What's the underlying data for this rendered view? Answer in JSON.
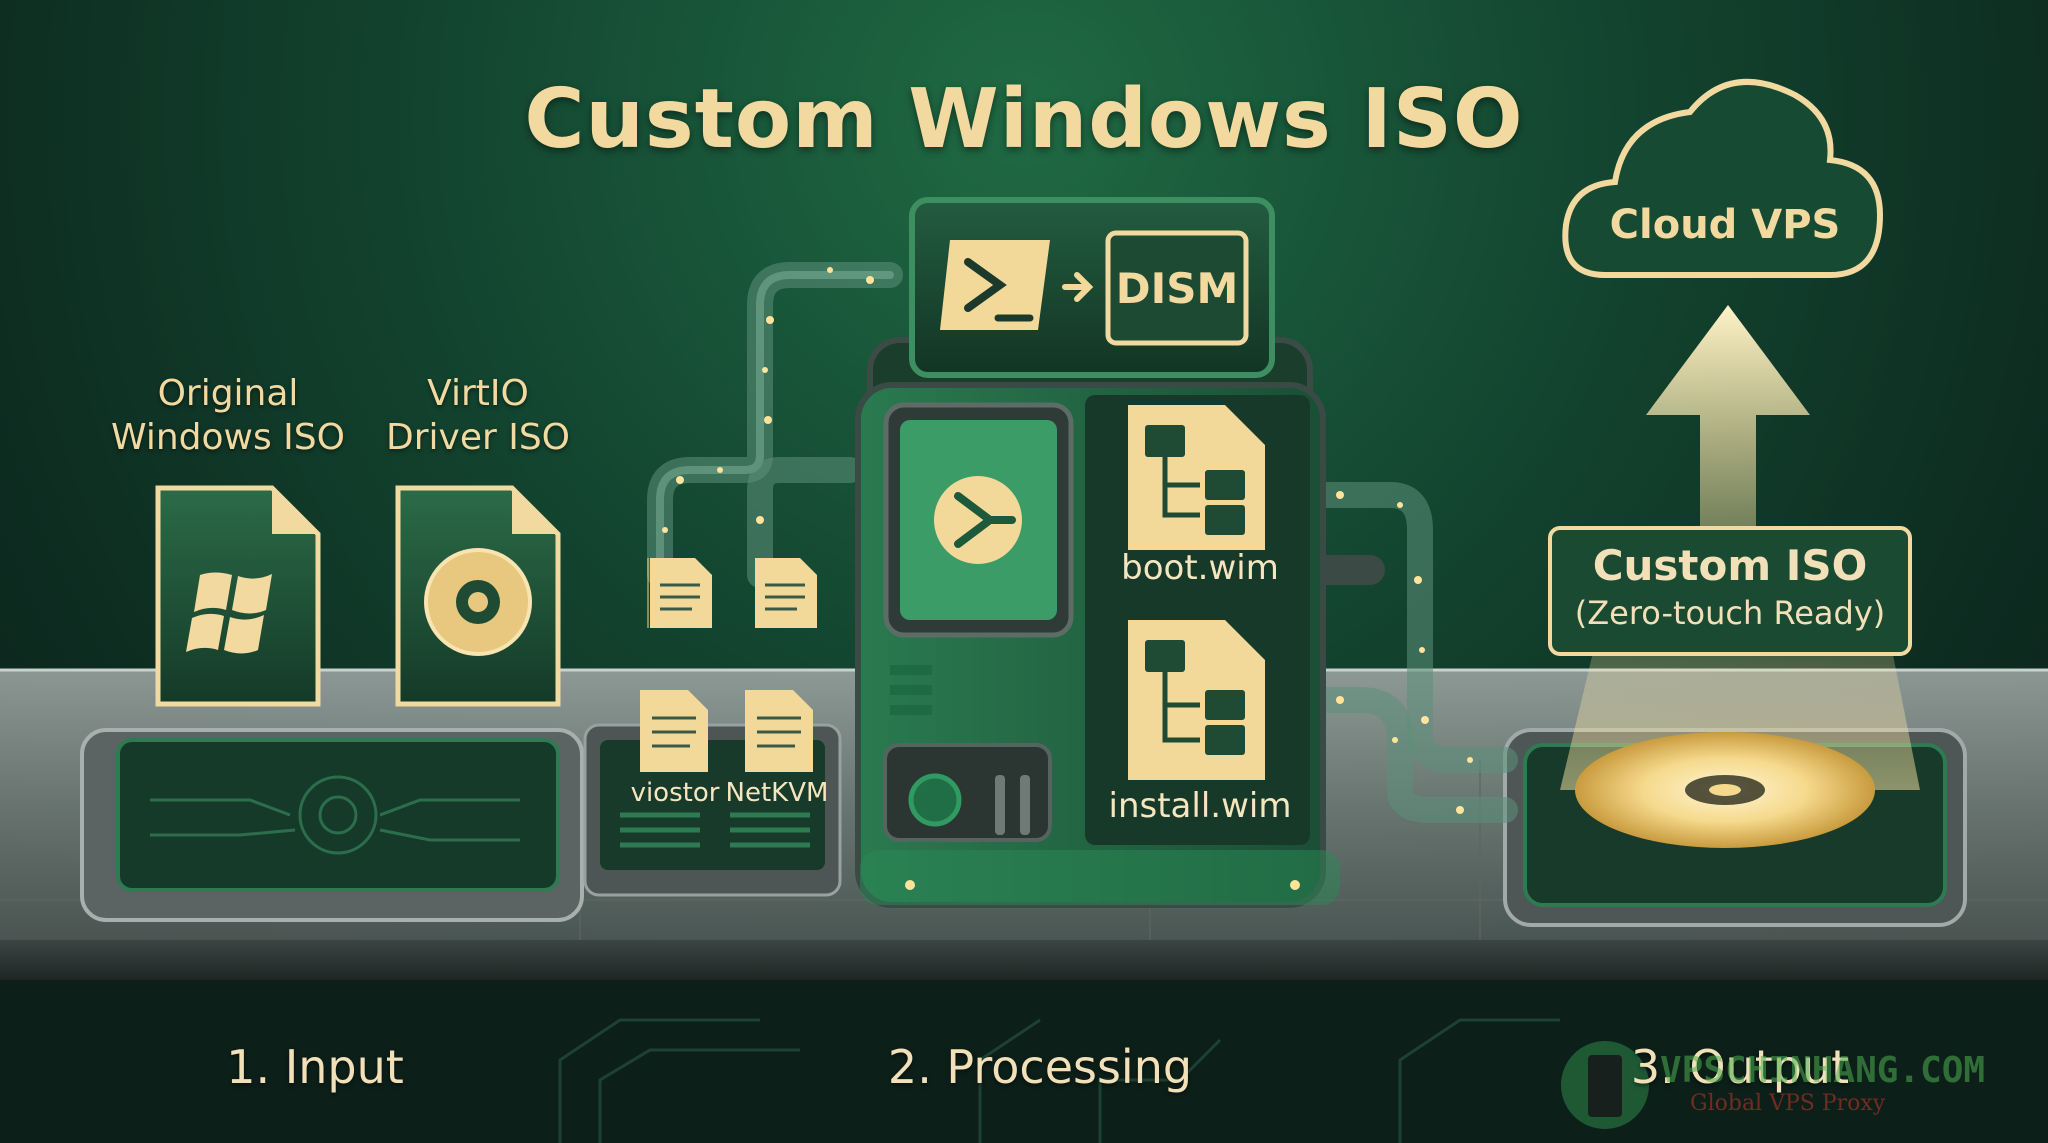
{
  "title": "Custom Windows ISO",
  "inputs": {
    "windows_iso": {
      "line1": "Original",
      "line2": "Windows ISO",
      "icon": "windows-logo-icon"
    },
    "virtio_iso": {
      "line1": "VirtIO",
      "line2": "Driver ISO",
      "icon": "disc-icon"
    }
  },
  "drivers": [
    {
      "label": "viostor",
      "icon": "document-icon"
    },
    {
      "label": "NetKVM",
      "icon": "document-icon"
    }
  ],
  "processing": {
    "tool_label": "DISM",
    "terminal_icon": "powershell-icon",
    "images": [
      {
        "label": "boot.wim",
        "icon": "folder-tree-icon"
      },
      {
        "label": "install.wim",
        "icon": "folder-tree-icon"
      }
    ]
  },
  "output": {
    "cloud_label": "Cloud VPS",
    "iso_title": "Custom ISO",
    "iso_subtitle": "(Zero-touch Ready)"
  },
  "steps": [
    "1. Input",
    "2. Processing",
    "3. Output"
  ],
  "watermark": {
    "line1": "VPSCHINHANG.COM",
    "line2": "Global VPS Proxy"
  },
  "colors": {
    "accent": "#f1d9a0",
    "panel": "#1b4d35",
    "bg_dark": "#0b2019",
    "glow": "#ffe9a8"
  }
}
